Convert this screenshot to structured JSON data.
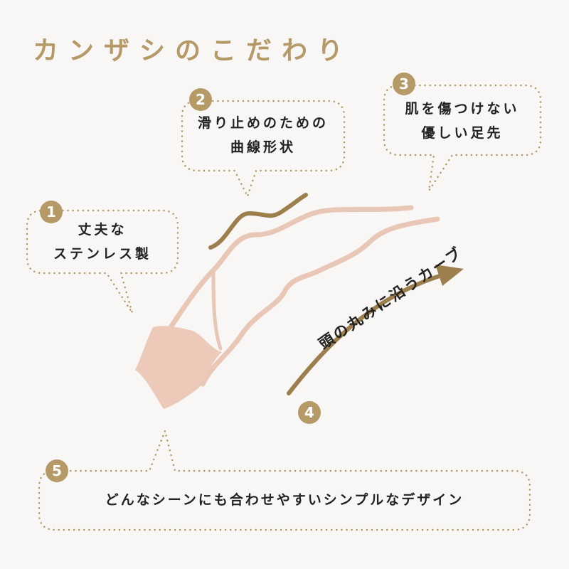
{
  "title": "カンザシのこだわり",
  "accent_color": "#b59a68",
  "features": [
    {
      "number": "1",
      "lines": [
        "丈夫な",
        "ステンレス製"
      ]
    },
    {
      "number": "2",
      "lines": [
        "滑り止めのための",
        "曲線形状"
      ]
    },
    {
      "number": "3",
      "lines": [
        "肌を傷つけない",
        "優しい足先"
      ]
    },
    {
      "number": "4",
      "lines": [
        "頭の丸みに沿うカーブ"
      ]
    },
    {
      "number": "5",
      "lines": [
        "どんなシーンにも合わせやすいシンプルなデザイン"
      ]
    }
  ]
}
